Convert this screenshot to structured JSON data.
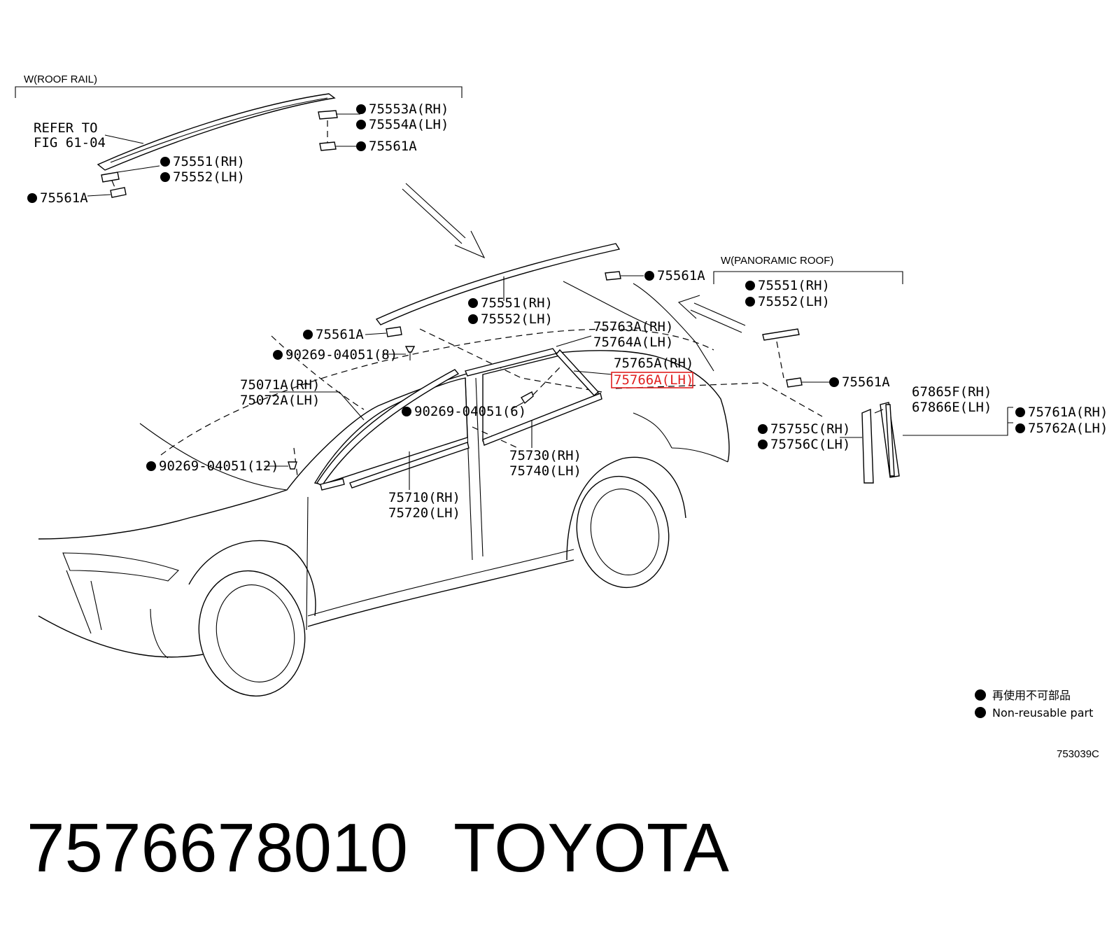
{
  "groups": {
    "roof_rail": "W(ROOF RAIL)",
    "panoramic_roof": "W(PANORAMIC ROOF)"
  },
  "refer": {
    "line1": "REFER TO",
    "line2": "FIG 61-04"
  },
  "callouts": {
    "c01": "75553A(RH)",
    "c02": "75554A(LH)",
    "c03": "75561A",
    "c04": "75551(RH)",
    "c05": "75552(LH)",
    "c06": "75561A",
    "c07": "75561A",
    "c08": "75551(RH)",
    "c09": "75552(LH)",
    "c10": "75561A",
    "c11": "90269-04051(8)",
    "c12": "75763A(RH)",
    "c13": "75764A(LH)",
    "c14": "75765A(RH)",
    "c15": "75766A(LH)",
    "c16": "75551(RH)",
    "c17": "75552(LH)",
    "c18": "75561A",
    "c19": "75071A(RH)",
    "c20": "75072A(LH)",
    "c21": "90269-04051(6)",
    "c22": "90269-04051(12)",
    "c23": "75730(RH)",
    "c24": "75740(LH)",
    "c25": "75710(RH)",
    "c26": "75720(LH)",
    "c27": "67865F(RH)",
    "c28": "67866E(LH)",
    "c29": "75761A(RH)",
    "c30": "75762A(LH)",
    "c31": "75755C(RH)",
    "c32": "75756C(LH)"
  },
  "legend": {
    "jp": "再使用不可部品",
    "en": "Non-reusable part"
  },
  "figure_code": "753039C",
  "part_number": "7576678010",
  "brand": "TOYOTA",
  "highlight_color": "#e02020"
}
